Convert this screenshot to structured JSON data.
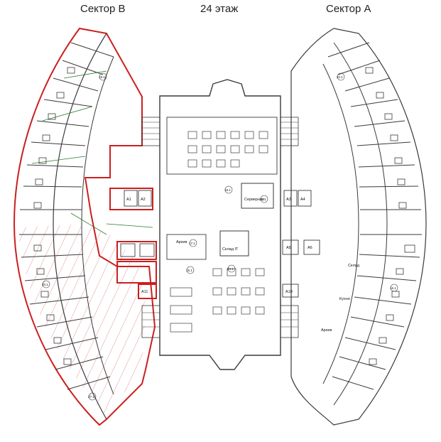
{
  "header": {
    "sector_left": "Сектор B",
    "floor": "24 этаж",
    "sector_right": "Сектор A"
  },
  "rooms": {
    "server": "Серверная",
    "archive_center": "Архив",
    "storage_it": "Склад IT",
    "archive_right": "Архив",
    "kitchen": "Кухня",
    "room_right_small": "Склад"
  },
  "lifts": {
    "a1": "А1",
    "a2": "А2",
    "a3": "А3",
    "a4": "А4",
    "a10": "А10",
    "a11": "А11",
    "a5": "А5",
    "a6": "А6"
  },
  "room_numbers": [
    "19.1",
    "17.1",
    "24.1",
    "15.1",
    "21.1",
    "18.1",
    "22.1",
    "16.1",
    "24.1",
    "27.1"
  ],
  "colors": {
    "wall": "#3a3a3a",
    "highlight": "#cc1f1f",
    "hatch": "#d46a6a",
    "diag": "#2f7a2f",
    "background": "#ffffff"
  }
}
